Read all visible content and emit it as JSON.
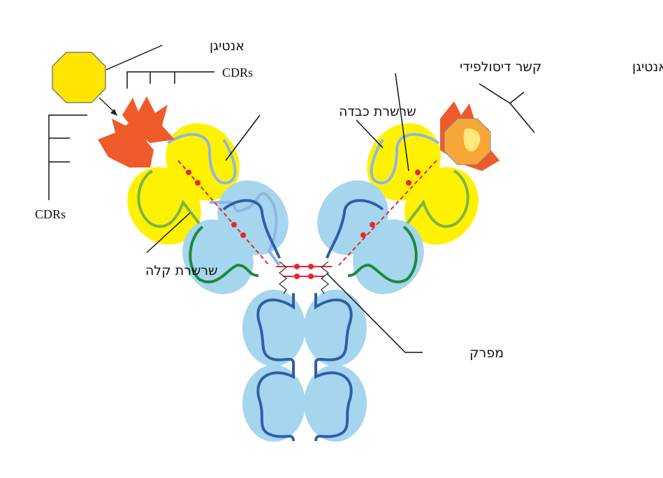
{
  "labels": {
    "antigen": "אנטיגן",
    "cdrs_top": "CDRs",
    "cdrs_left": "CDRs",
    "heavy_chain": "שרשרת כבדה",
    "disulfide_bond": "קשר דיסולפידי",
    "antigen_binding_site": "אתר קישור אנטיגן",
    "light_chain": "שרשרת קלה",
    "hinge": "מפרק"
  },
  "colors": {
    "constant_domain": "#a6d6ee",
    "variable_domain": "#fff200",
    "heavy_chain_line": "#2f5fa8",
    "light_chain_line": "#1e8a3a",
    "cdr": "#ee5a2a",
    "disulfide": "#e8262a",
    "antigen_fill": "#ffe600"
  }
}
